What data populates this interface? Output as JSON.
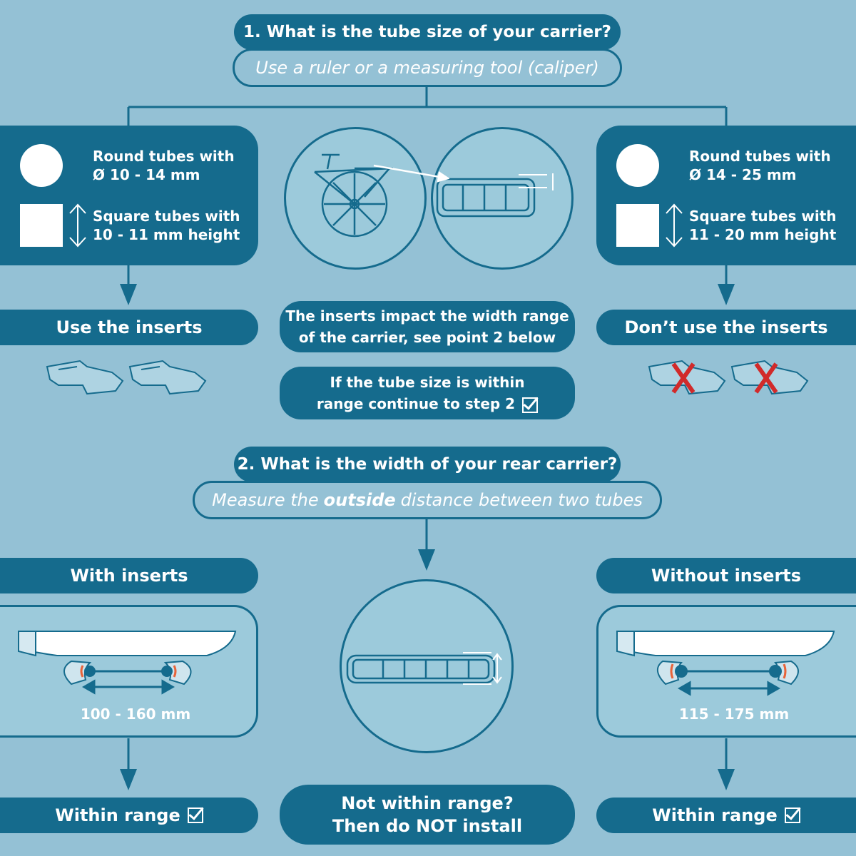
{
  "step1": {
    "question": "1. What is the tube size of your carrier?",
    "hint": "Use a ruler or a measuring tool (caliper)",
    "left": {
      "round_line1": "Round tubes with",
      "round_line2": "Ø 10 - 14 mm",
      "square_line1": "Square tubes with",
      "square_line2": "10 - 11 mm height",
      "result": "Use the inserts"
    },
    "right": {
      "round_line1": "Round tubes with",
      "round_line2": "Ø 14 - 25 mm",
      "square_line1": "Square tubes with",
      "square_line2": "11 - 20 mm height",
      "result": "Don’t use the inserts"
    },
    "note_line1": "The inserts impact the width range",
    "note_line2": "of the carrier, see point 2 below",
    "continue_line1": "If the tube size is within",
    "continue_line2": "range continue to step 2"
  },
  "step2": {
    "question": "2. What is the width of your rear carrier?",
    "hint_before": "Measure the ",
    "hint_bold": "outside",
    "hint_after": " distance between two tubes",
    "left": {
      "title": "With inserts",
      "range": "100 - 160 mm",
      "result": "Within range"
    },
    "right": {
      "title": "Without inserts",
      "range": "115 - 175 mm",
      "result": "Within range"
    },
    "center_line1": "Not within range?",
    "center_line2": "Then do NOT install"
  },
  "colors": {
    "background": "#94c1d5",
    "primary": "#156b8d",
    "cross": "#d12a2a",
    "accent_orange": "#e8643a"
  }
}
